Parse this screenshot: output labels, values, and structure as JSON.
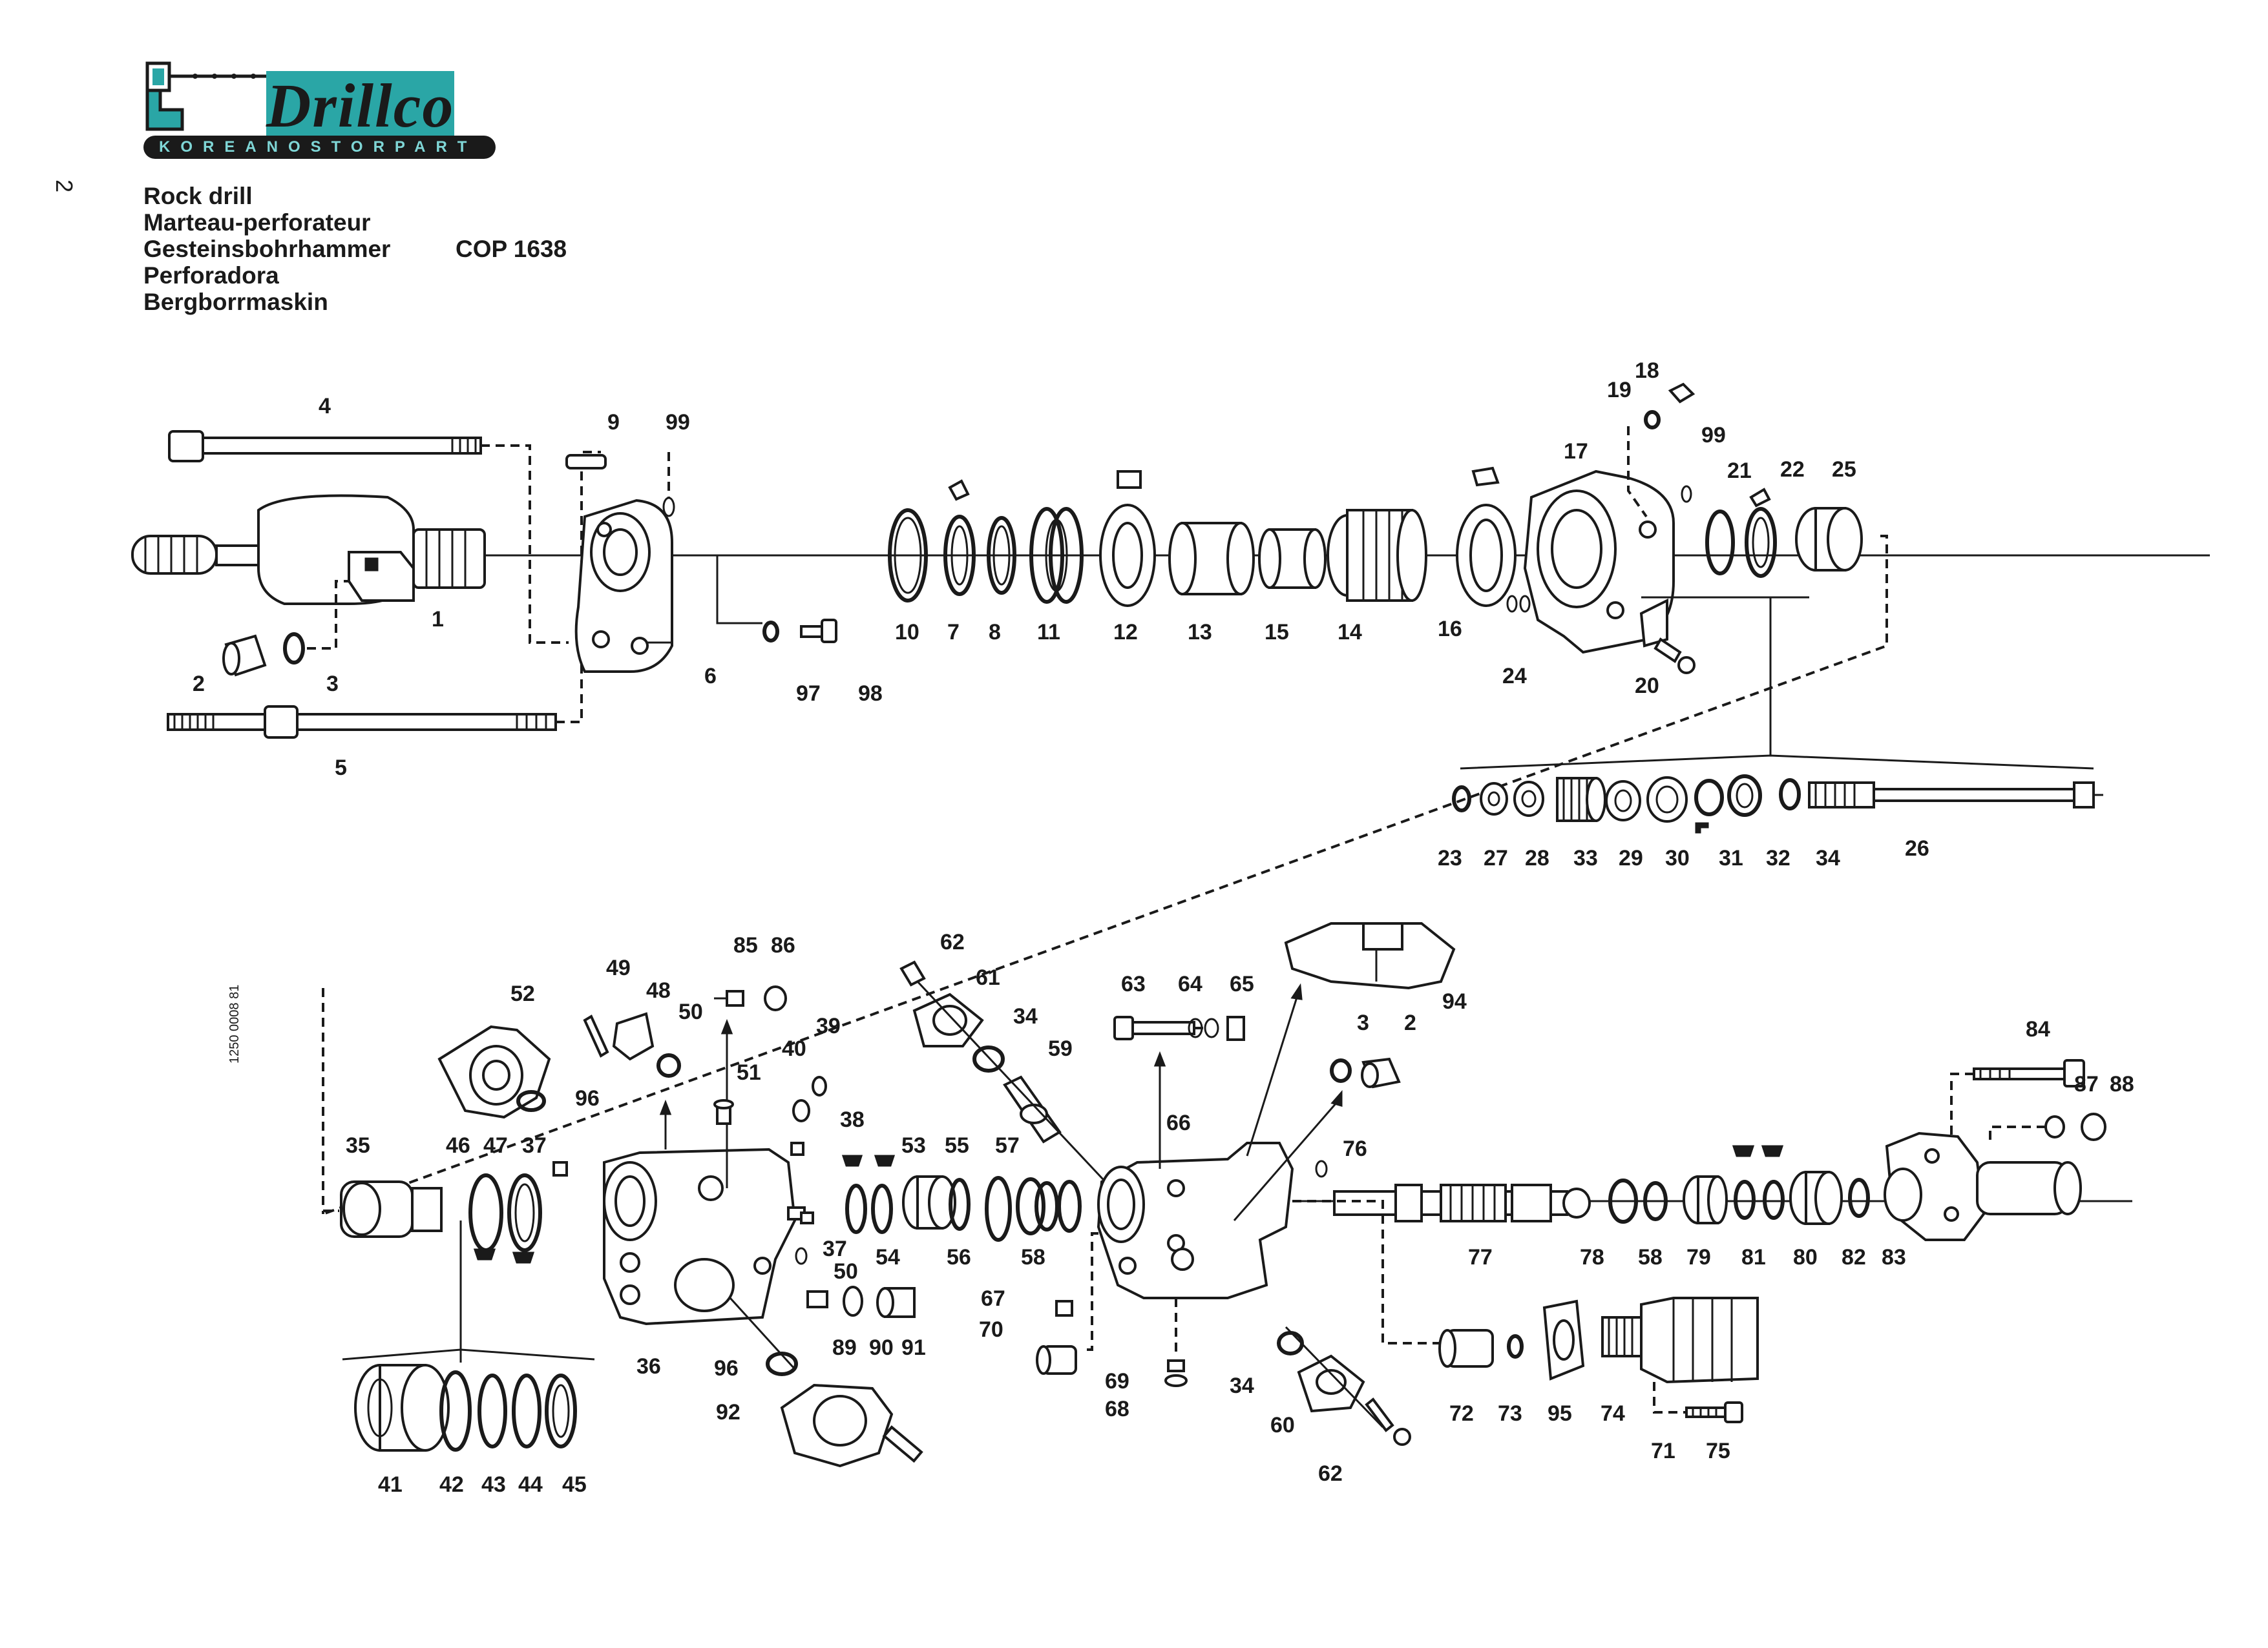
{
  "page_number": "2",
  "logo": {
    "word": "Drillco",
    "band_text": "KOREANOSTORPART"
  },
  "titles": [
    "Rock drill",
    "Marteau-perforateur",
    "Gesteinsbohrhammer",
    "Perforadora",
    "Bergborrmaskin"
  ],
  "model": "COP 1638",
  "doc_code": "1250 0008 81",
  "callouts": [
    "1",
    "2",
    "3",
    "4",
    "5",
    "6",
    "7",
    "8",
    "9",
    "10",
    "11",
    "12",
    "13",
    "14",
    "15",
    "16",
    "17",
    "18",
    "19",
    "20",
    "21",
    "22",
    "23",
    "24",
    "25",
    "26",
    "27",
    "28",
    "29",
    "30",
    "31",
    "32",
    "33",
    "34",
    "35",
    "36",
    "37",
    "38",
    "39",
    "40",
    "41",
    "42",
    "43",
    "44",
    "45",
    "46",
    "47",
    "48",
    "49",
    "50",
    "51",
    "52",
    "53",
    "54",
    "55",
    "56",
    "57",
    "58",
    "59",
    "60",
    "61",
    "62",
    "63",
    "64",
    "65",
    "66",
    "67",
    "68",
    "69",
    "70",
    "71",
    "72",
    "73",
    "74",
    "75",
    "76",
    "77",
    "78",
    "79",
    "80",
    "81",
    "82",
    "83",
    "84",
    "85",
    "86",
    "87",
    "88",
    "89",
    "90",
    "91",
    "92",
    "94",
    "95",
    "96",
    "97",
    "98",
    "99"
  ]
}
